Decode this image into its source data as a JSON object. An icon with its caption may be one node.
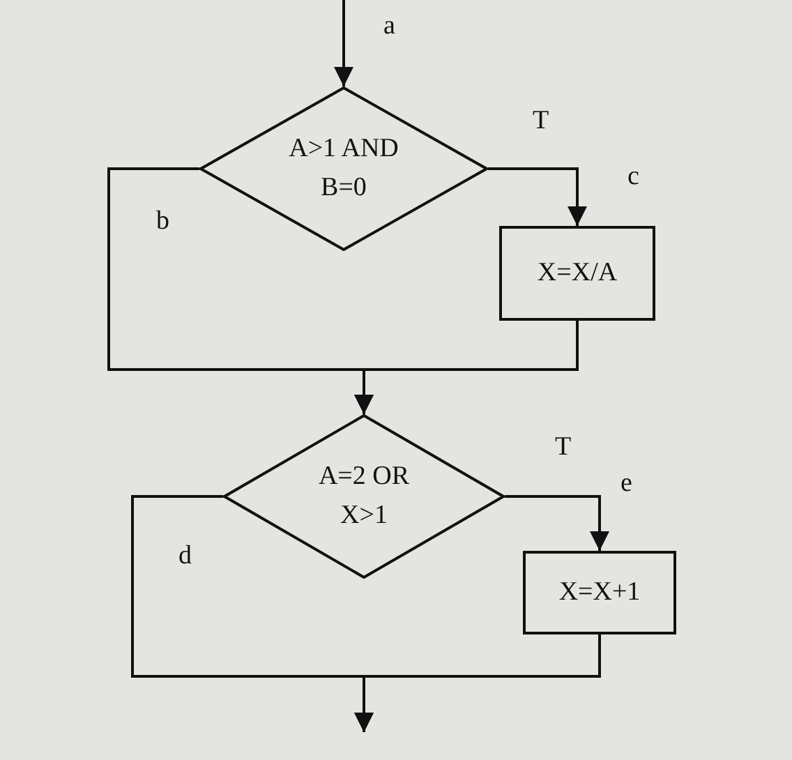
{
  "diagram": {
    "nodes": [
      {
        "text": [
          "A>1 AND B=0"
        ]
      },
      {
        "text": [
          "X=X/A"
        ]
      },
      {
        "text": [
          "A=2 OR X>1"
        ]
      },
      {
        "text": [
          "X=X+1"
        ]
      }
    ],
    "edges": [
      {
        "from": null,
        "to": 0,
        "arrow": "to"
      },
      {
        "from": 0,
        "to": 1,
        "arrow": "to",
        "label": "T"
      },
      {
        "from": 0,
        "to": 2,
        "arrow": "to"
      },
      {
        "from": 1,
        "to": 2,
        "arrow": "to"
      },
      {
        "from": 2,
        "to": 3,
        "arrow": "to",
        "label": "T"
      },
      {
        "from": 2,
        "to": null,
        "arrow": "to"
      },
      {
        "from": 3,
        "to": null,
        "arrow": "to"
      }
    ],
    "labels": [
      "a",
      "b",
      "c",
      "d",
      "e"
    ]
  }
}
